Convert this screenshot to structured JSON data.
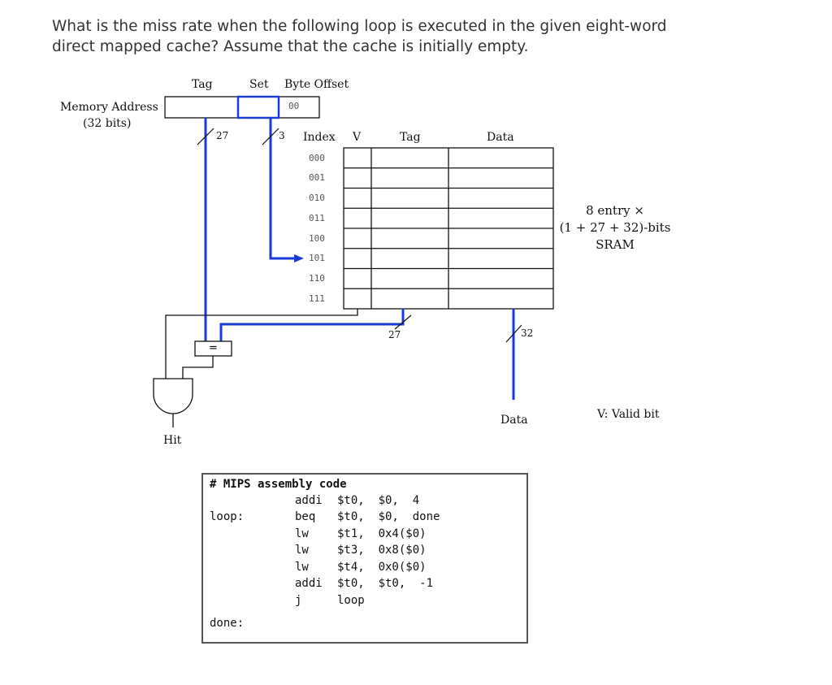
{
  "question": {
    "line1": "What is the miss rate when the following loop is executed in the given eight-word",
    "line2": "direct mapped cache? Assume that the cache is initially empty."
  },
  "address": {
    "label_line1": "Memory Address",
    "label_line2": "(32 bits)",
    "tag_header": "Tag",
    "set_header": "Set",
    "offset_header": "Byte Offset",
    "offset_value": "00",
    "tag_bits": "27",
    "set_bits": "3"
  },
  "cache": {
    "index_header": "Index",
    "valid_header": "V",
    "tag_header": "Tag",
    "data_header": "Data",
    "indices": [
      "000",
      "001",
      "010",
      "011",
      "100",
      "101",
      "110",
      "111"
    ],
    "tag_out_bits": "27",
    "data_out_bits": "32",
    "data_out_label": "Data",
    "sram_line1": "8 entry ×",
    "sram_line2": "(1 + 27 + 32)-bits",
    "sram_line3": "SRAM",
    "valid_note": "V: Valid bit"
  },
  "logic": {
    "comparator": "=",
    "hit_label": "Hit"
  },
  "code": {
    "header": "# MIPS assembly code",
    "lines": [
      {
        "label": "",
        "op": "addi",
        "args": "$t0,  $0,  4"
      },
      {
        "label": "loop:",
        "op": "beq",
        "args": "$t0,  $0,  done"
      },
      {
        "label": "",
        "op": "lw",
        "args": "$t1,  0x4($0)"
      },
      {
        "label": "",
        "op": "lw",
        "args": "$t3,  0x8($0)"
      },
      {
        "label": "",
        "op": "lw",
        "args": "$t4,  0x0($0)"
      },
      {
        "label": "",
        "op": "addi",
        "args": "$t0,  $t0,  -1"
      },
      {
        "label": "",
        "op": "j",
        "args": "loop"
      }
    ],
    "done_label": "done:"
  },
  "colors": {
    "blue": "#1a3bd6",
    "line": "#111111",
    "text": "#333333"
  }
}
